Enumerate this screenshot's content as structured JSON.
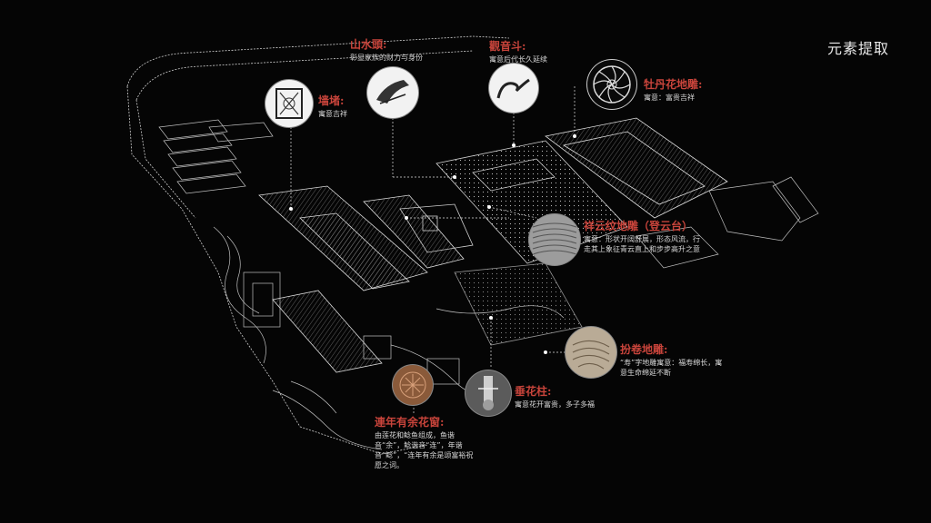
{
  "page_title": "元素提取",
  "callouts": {
    "shanshuitou": {
      "title": "山水頭:",
      "desc": "彰显家族的财力与身份",
      "icon": "roof-ridge-icon"
    },
    "qiangdu": {
      "title": "墙堵:",
      "desc": "寓意吉祥",
      "icon": "wall-panel-icon"
    },
    "guanyindou": {
      "title": "觀音斗:",
      "desc": "寓意后代长久延续",
      "icon": "guanyin-gable-icon"
    },
    "mudan": {
      "title": "牡丹花地雕:",
      "desc": "寓意：富贵吉祥",
      "icon": "peony-carving-icon"
    },
    "xiangyun": {
      "title": "祥云纹地雕（登云台）",
      "desc": "寓意：形状开阔舒展，形态风流，行走其上象征青云直上和步步高升之意",
      "icon": "cloud-pattern-icon"
    },
    "fangjuan": {
      "title": "扮卷地雕:",
      "desc": "“寿”字地雕寓意：福寿绵长，寓意生命绵延不断",
      "icon": "scroll-pattern-icon"
    },
    "chuihuazhu": {
      "title": "垂花柱:",
      "desc": "寓意花开富贵，多子多福",
      "icon": "hanging-pillar-icon"
    },
    "lianniannyouyu": {
      "title": "連年有余花窗:",
      "desc": "由莲花和鲶鱼组成，鱼谐音“余”，鲶谐音“连”，年谐音“鲶”，“连年有余是颂富裕祝愿之词。",
      "icon": "lotus-fish-window-icon"
    }
  }
}
